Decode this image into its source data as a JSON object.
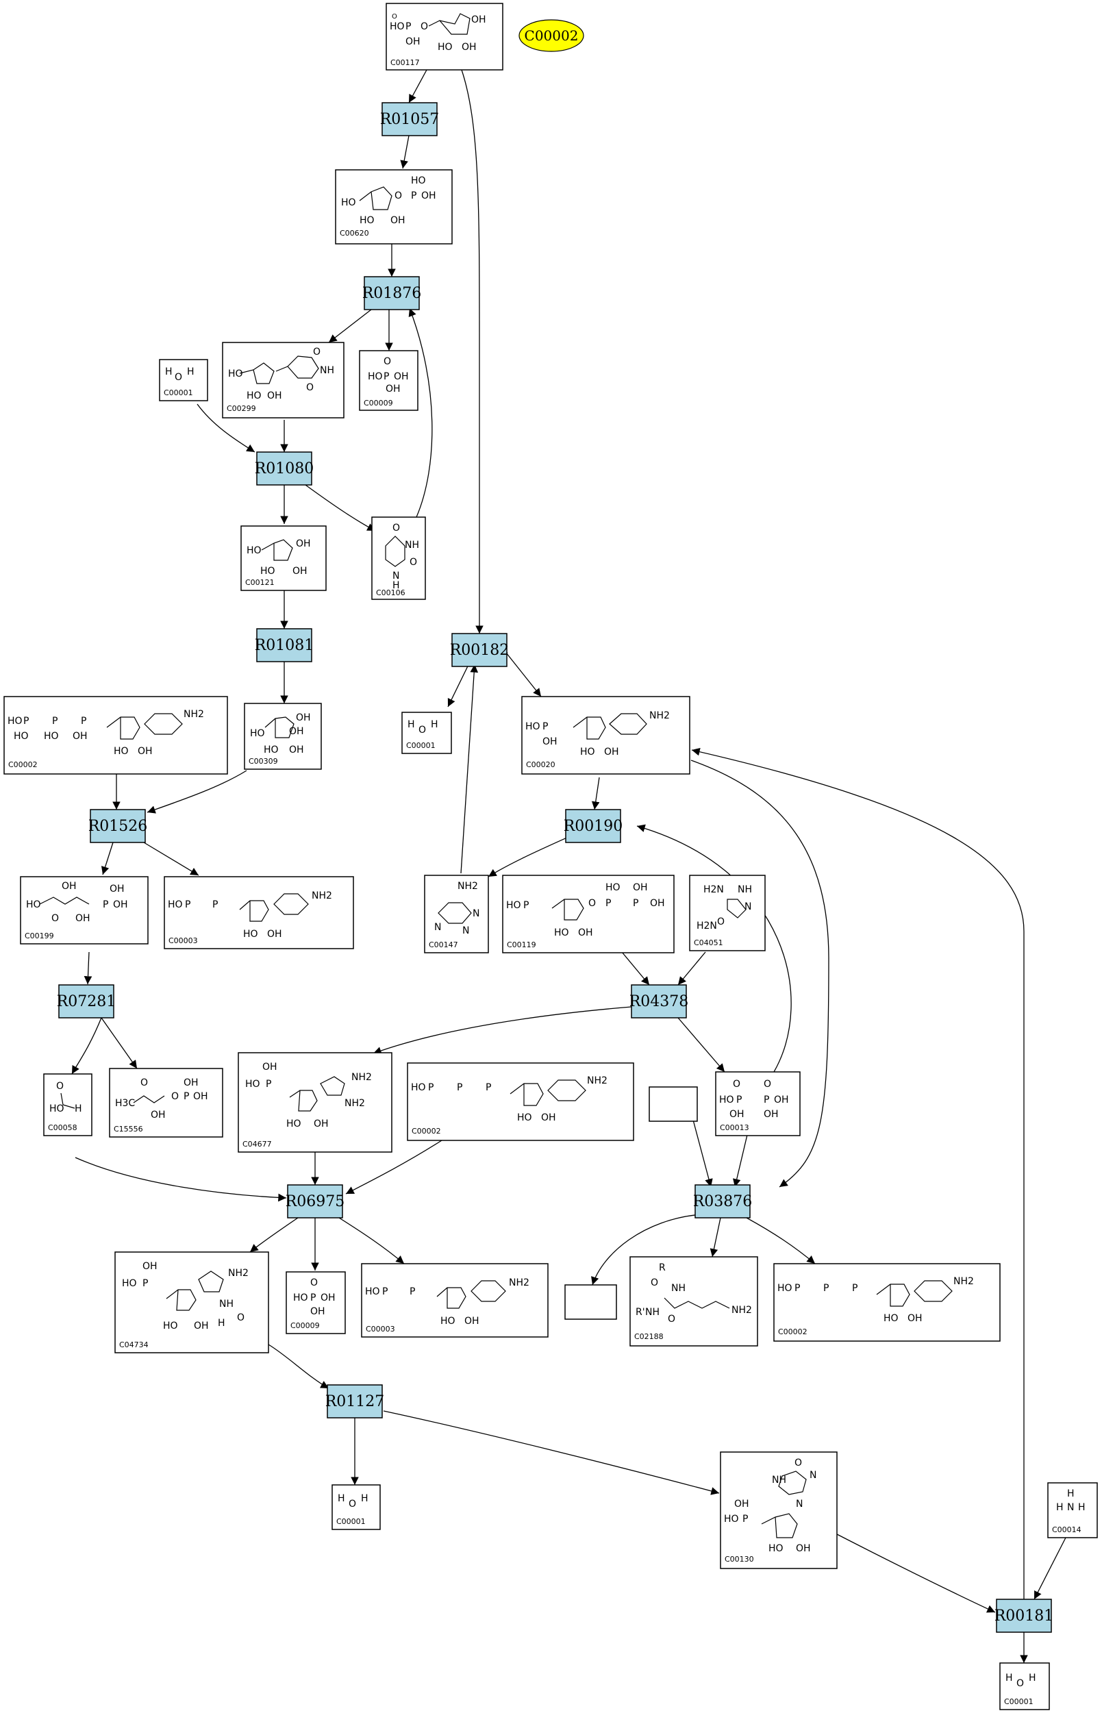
{
  "highlight": {
    "label": "C00002"
  },
  "reactions": {
    "R01057": "R01057",
    "R01876": "R01876",
    "R01080": "R01080",
    "R01081": "R01081",
    "R00182": "R00182",
    "R01526": "R01526",
    "R00190": "R00190",
    "R07281": "R07281",
    "R04378": "R04378",
    "R06975": "R06975",
    "R03876": "R03876",
    "R01127": "R01127",
    "R00181": "R00181"
  },
  "compounds": {
    "c00117": "C00117",
    "c00620": "C00620",
    "c00299": "C00299",
    "c00009a": "C00009",
    "c00001a": "C00001",
    "c00106": "C00106",
    "c00121": "C00121",
    "c00309": "C00309",
    "c00002a": "C00002",
    "c00001b": "C00001",
    "c00020": "C00020",
    "c00199": "C00199",
    "c00003a": "C00003",
    "c00147": "C00147",
    "c00119": "C00119",
    "c04051": "C04051",
    "c00058": "C00058",
    "c15556": "C15556",
    "c04677": "C04677",
    "c00002b": "C00002",
    "c00013": "C00013",
    "c04734": "C04734",
    "c00009b": "C00009",
    "c00003b": "C00003",
    "c02188": "C02188",
    "c00002c": "C00002",
    "c00001c": "C00001",
    "c00130": "C00130",
    "c00014": "C00014",
    "c00001d": "C00001"
  },
  "atoms": {
    "ho": "HO",
    "oh": "OH",
    "p": "P",
    "o": "O",
    "h": "H",
    "n": "N",
    "nh": "NH",
    "nh2": "NH2",
    "h2n": "H2N",
    "h3c": "H3C",
    "r": "R",
    "rp": "R'"
  }
}
